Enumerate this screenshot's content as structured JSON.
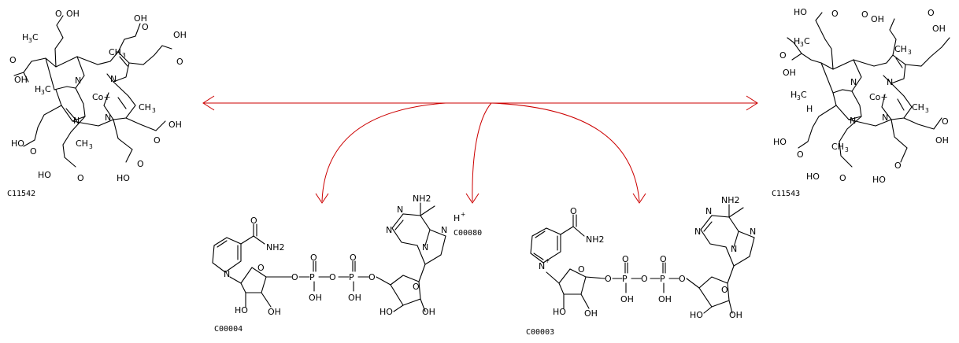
{
  "compounds": {
    "substrate": {
      "id": "C11542",
      "charge_label": "Co+"
    },
    "product": {
      "id": "C11543",
      "charge_label": "Co+"
    },
    "cofactor_reduced": {
      "id": "C00004",
      "carboxamide": "NH2",
      "amine": "NH2"
    },
    "proton": {
      "id": "C00080",
      "formula": "H",
      "charge": "+"
    },
    "cofactor_oxidized": {
      "id": "C00003",
      "carboxamide": "NH2",
      "amine": "NH2"
    }
  },
  "colors": {
    "arrow": "#cc0000",
    "structure": "#000000"
  }
}
